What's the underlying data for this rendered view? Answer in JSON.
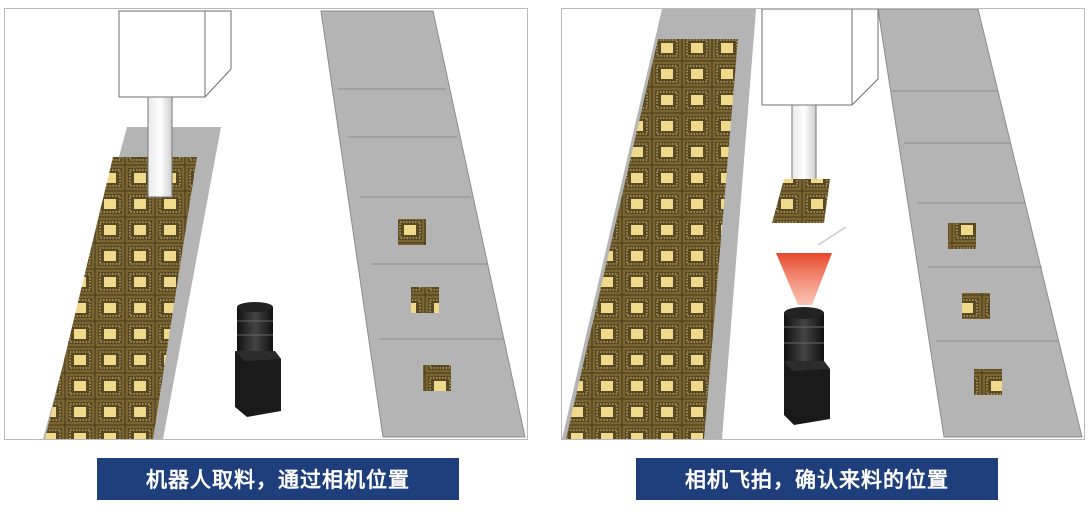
{
  "panels": [
    {
      "id": "left",
      "caption": "机器人取料，通过相机位置",
      "colors": {
        "caption_bg": "#1f3f7c",
        "belt": "#b4b4b4",
        "chip_pad": "#f0d98a",
        "chip_frame": "#6e5a2c"
      },
      "tray_rows": 11,
      "tray_cols": 3,
      "parts_on_belt": 3,
      "camera_flash": false
    },
    {
      "id": "right",
      "caption": "相机飞拍，确认来料的位置",
      "colors": {
        "caption_bg": "#1f3f7c",
        "belt": "#b4b4b4",
        "chip_pad": "#f0d98a",
        "chip_frame": "#6e5a2c",
        "flash": "#e8472b"
      },
      "tray_rows": 15,
      "tray_cols": 3,
      "parts_on_belt": 3,
      "camera_flash": true
    }
  ]
}
